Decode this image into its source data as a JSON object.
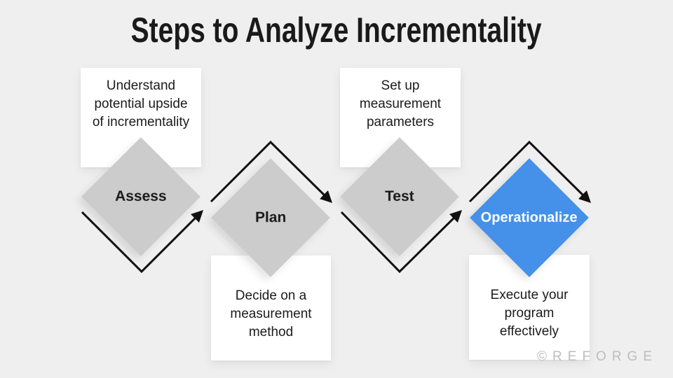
{
  "title": "Steps to Analyze Incrementality",
  "watermark": "©REFORGE",
  "colors": {
    "background": "#efefef",
    "card": "#ffffff",
    "diamond_gray": "#cccccc",
    "accent_blue": "#4590e8",
    "arrow_black": "#111111",
    "text": "#1b1b1b",
    "watermark_gray": "#bdbdbd"
  },
  "steps": [
    {
      "label": "Assess",
      "note": "Understand potential upside of incrementality",
      "note_lines": [
        "Understand",
        "potential upside",
        "of incrementality"
      ],
      "note_position": "above",
      "highlighted": false
    },
    {
      "label": "Plan",
      "note": "Decide on a measurement method",
      "note_lines": [
        "Decide on a",
        "measurement",
        "method"
      ],
      "note_position": "below",
      "highlighted": false
    },
    {
      "label": "Test",
      "note": "Set up measurement parameters",
      "note_lines": [
        "Set up",
        "measurement",
        "parameters"
      ],
      "note_position": "above",
      "highlighted": false
    },
    {
      "label": "Operationalize",
      "note": "Execute your program effectively",
      "note_lines": [
        "Execute your",
        "program",
        "effectively"
      ],
      "note_position": "below",
      "highlighted": true
    }
  ]
}
